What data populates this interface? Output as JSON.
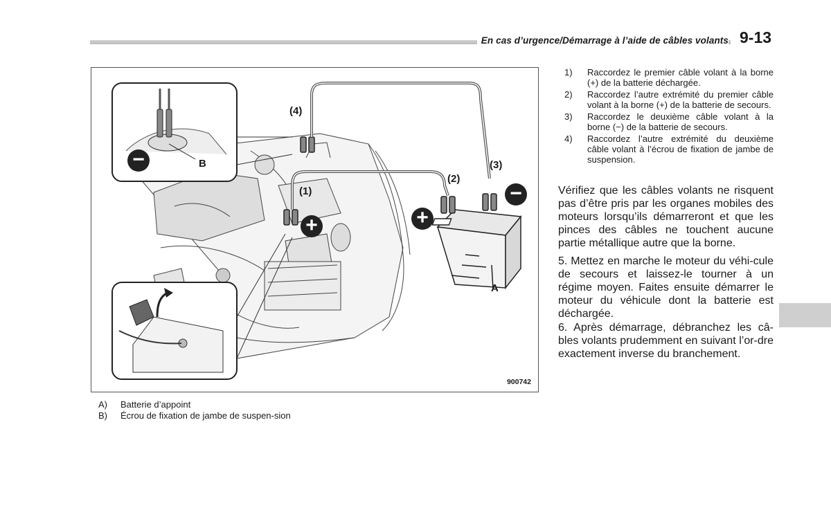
{
  "header": {
    "title": "En cas d’urgence/Démarrage à l’aide de câbles volants",
    "page_number": "9-13"
  },
  "figure": {
    "code": "900742",
    "labels": {
      "step1": "(1)",
      "step2": "(2)",
      "step3": "(3)",
      "step4": "(4)",
      "a": "A",
      "b": "B"
    },
    "plus_sign": "+",
    "minus_sign": "−"
  },
  "captions": [
    {
      "key": "A)",
      "text": "Batterie d’appoint"
    },
    {
      "key": "B)",
      "text": "Écrou de fixation de jambe de suspen-sion"
    }
  ],
  "steps": [
    {
      "key": "1)",
      "text": "Raccordez le premier câble volant à la borne (+) de la batterie déchargée."
    },
    {
      "key": "2)",
      "text": "Raccordez l’autre extrémité du premier câble volant à la borne (+) de la batterie de secours."
    },
    {
      "key": "3)",
      "text": "Raccordez le deuxième câble volant à la borne (−) de la batterie de secours."
    },
    {
      "key": "4)",
      "text": "Raccordez l’autre extrémité du deuxième câble volant à l’écrou de fixation de jambe de suspension."
    }
  ],
  "paragraphs": {
    "warning": "Vérifiez que les câbles volants ne risquent pas d’être pris par les organes mobiles des moteurs lorsqu’ils démarreront et que les pinces des câbles ne touchent aucune partie métallique autre que la borne.",
    "step5": "5. Mettez en marche le moteur du véhi-cule de secours et laissez-le tourner à un régime moyen. Faites ensuite démarrer le moteur du véhicule dont la batterie est déchargée.",
    "step6": "6. Après démarrage, débranchez les câ-bles volants prudemment en suivant l’or-dre exactement inverse du branchement."
  }
}
